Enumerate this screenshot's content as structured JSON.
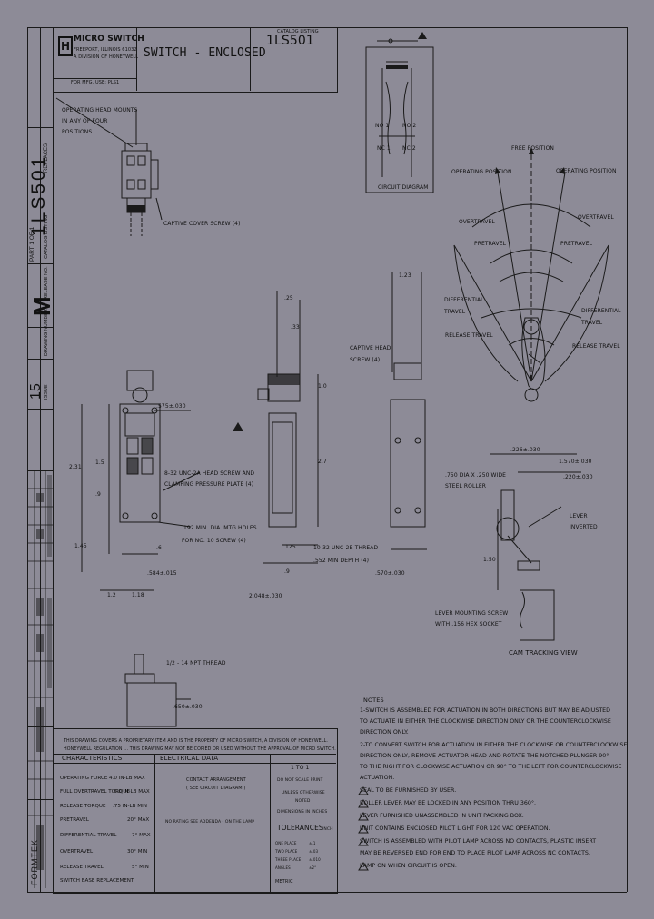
{
  "title_block": {
    "company": "MICRO SWITCH",
    "company_sub1": "FREEPORT, ILLINOIS 61032",
    "company_sub2": "A DIVISION OF HONEYWELL",
    "form_no": "FOR MFG. USE: PLS1",
    "title": "SWITCH - ENCLOSED",
    "catalog_label": "CATALOG LISTING",
    "catalog_listing": "1LS501"
  },
  "side_strip": {
    "catalog_listing": "1LS501",
    "catalog_listing_label": "CATALOG LISTING",
    "part_of": "PART 1 OF 1",
    "drawing_number_label": "DRAWING NUMBER",
    "drawing_letter": "M",
    "release_no_label": "RELEASE NO.",
    "issue_label": "ISSUE",
    "issue_no": "15",
    "replaces_label": "REPLACES",
    "formtek": "FORMTEK"
  },
  "labels": {
    "operating_head": "OPERATING HEAD MOUNTS",
    "operating_head2": "IN ANY OF FOUR",
    "operating_head3": "POSITIONS",
    "captive_cover": "CAPTIVE COVER SCREW (4)",
    "circuit_diagram": "CIRCUIT DIAGRAM",
    "no1": "NO 1",
    "no2": "NO 2",
    "nc1": "NC 1",
    "nc2": "NC 2",
    "free_position": "FREE POSITION",
    "operating_position_l": "OPERATING POSITION",
    "operating_position_r": "OPERATING POSITION",
    "overtravel_l": "OVERTRAVEL",
    "overtravel_r": "OVERTRAVEL",
    "pretravel_l": "PRETRAVEL",
    "pretravel_r": "PRETRAVEL",
    "differential_l1": "DIFFERENTIAL",
    "differential_l2": "TRAVEL",
    "differential_r1": "DIFFERENTIAL",
    "differential_r2": "TRAVEL",
    "release_l": "RELEASE TRAVEL",
    "release_r": "RELEASE TRAVEL",
    "captive_head1": "CAPTIVE HEAD",
    "captive_head2": "SCREW (4)",
    "head_screw1": "8-32 UNC-2A HEAD SCREW AND",
    "head_screw2": "CLAMPING PRESSURE PLATE (4)",
    "mtg_holes1": ".192 MIN. DIA. MTG HOLES",
    "mtg_holes2": "FOR NO. 10 SCREW (4)",
    "thread_1032": "10-32 UNC-2B THREAD",
    "thread_depth": ".552 MIN DEPTH (4)",
    "npt_thread": "1/2 - 14 NPT THREAD",
    "steel_roller1": ".750 DIA X .250 WIDE",
    "steel_roller2": "STEEL ROLLER",
    "lever_inverted1": "LEVER",
    "lever_inverted2": "INVERTED",
    "lever_screw1": "LEVER MOUNTING SCREW",
    "lever_screw2": "WITH .156 HEX SOCKET",
    "cam_view": "CAM TRACKING VIEW"
  },
  "dims": {
    "d_575": ".575±.030",
    "d_231": "2.31",
    "d_15": "1.5",
    "d_9a": ".9",
    "d_145": "1.45",
    "d_6": ".6",
    "d_584": ".584±.015",
    "d_12": "1.2",
    "d_118": "1.18",
    "d_225": ".25",
    "d_33": ".33",
    "d_10": "1.0",
    "d_27": "2.7",
    "d_125": ".125",
    "d_9b": ".9",
    "d_2048": "2.048±.030",
    "d_123": "1.23",
    "d_570": ".570±.030",
    "d_226": ".226±.030",
    "d_1570": "1.570±.030",
    "d_220": ".220±.030",
    "d_150": "1.50"
  },
  "notes": {
    "heading": "NOTES",
    "lines": [
      "1-SWITCH IS ASSEMBLED FOR ACTUATION IN BOTH DIRECTIONS BUT MAY BE ADJUSTED",
      "   TO ACTUATE IN EITHER THE CLOCKWISE DIRECTION ONLY OR THE COUNTERCLOCKWISE",
      "   DIRECTION ONLY.",
      "2-TO CONVERT SWITCH FOR ACTUATION IN EITHER THE CLOCKWISE OR COUNTERCLOCKWISE",
      "   DIRECTION ONLY, REMOVE ACTUATOR HEAD AND ROTATE THE NOTCHED PLUNGER 90°",
      "   TO THE RIGHT FOR CLOCKWISE ACTUATION OR 90° TO THE LEFT FOR COUNTERCLOCKWISE",
      "   ACTUATION.",
      "   SEAL TO BE FURNISHED BY USER.",
      "   ROLLER LEVER MAY BE LOCKED IN ANY POSITION THRU 360°.",
      "   LEVER FURNISHED UNASSEMBLED IN UNIT PACKING BOX.",
      "   UNIT CONTAINS ENCLOSED PILOT LIGHT FOR 120 VAC OPERATION.",
      "   SWITCH IS ASSEMBLED WITH PILOT LAMP ACROSS NO CONTACTS, PLASTIC INSERT",
      "   MAY BE REVERSED END FOR END TO PLACE PILOT LAMP ACROSS NC CONTACTS.",
      "   LAMP ON WHEN CIRCUIT IS OPEN."
    ]
  },
  "proprietary": {
    "line1": "THIS DRAWING COVERS A PROPRIETARY ITEM AND IS THE PROPERTY OF MICRO SWITCH, A DIVISION OF HONEYWELL.",
    "line2": "HONEYWELL REGULATION ... THIS DRAWING MAY NOT BE COPIED OR USED WITHOUT THE APPROVAL OF MICRO SWITCH."
  },
  "characteristics": {
    "header": "CHARACTERISTICS",
    "rows": [
      {
        "label": "OPERATING FORCE",
        "value": "4.0 IN-LB MAX"
      },
      {
        "label": "FULL OVERTRAVEL TORQUE",
        "value": "6.0 IN-LB MAX"
      },
      {
        "label": "RELEASE TORQUE",
        "value": ".75 IN-LB MIN"
      },
      {
        "label": "PRETRAVEL",
        "value": "20° MAX"
      },
      {
        "label": "DIFFERENTIAL TRAVEL",
        "value": "7° MAX"
      },
      {
        "label": "OVERTRAVEL",
        "value": "30° MIN"
      },
      {
        "label": "RELEASE TRAVEL",
        "value": "5° MIN"
      },
      {
        "label": "SWITCH BASE REPLACEMENT",
        "value": ""
      }
    ]
  },
  "electrical": {
    "header": "ELECTRICAL DATA",
    "contact1": "CONTACT ARRANGEMENT",
    "contact2": "( SEE CIRCUIT DIAGRAM )",
    "rating": "NO RATING SEE ADDENDA - ON THE LAMP"
  },
  "tolerances": {
    "scale": "1 TO 1",
    "do_not_scale": "DO NOT SCALE PRINT",
    "unless": "UNLESS OTHERWISE",
    "noted": "NOTED",
    "dims_in_inches": "DIMENSIONS IN INCHES",
    "header": "TOLERANCES",
    "sub": "INCH",
    "one_place": "ONE PLACE",
    "two_place": "TWO PLACE",
    "three_place": "THREE PLACE",
    "angles": "ANGLES",
    "v1": "±.1",
    "v2": "±.03",
    "v3": "±.010",
    "v4": "±2°",
    "footer": "METRIC"
  }
}
